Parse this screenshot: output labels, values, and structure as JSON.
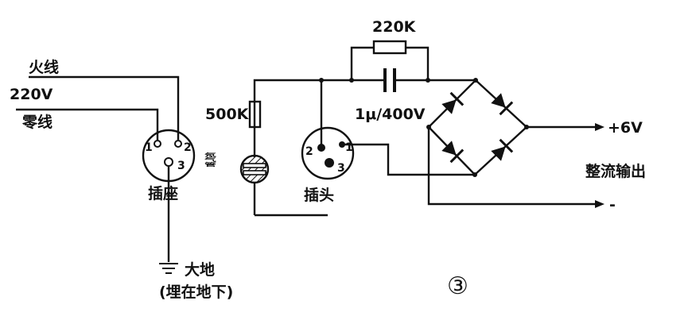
{
  "mains": {
    "live_label": "火线",
    "voltage_label": "220V",
    "neutral_label": "零线"
  },
  "socket": {
    "label": "插座",
    "pins": [
      "1",
      "2",
      "3"
    ]
  },
  "ground": {
    "label": "大地",
    "note": "(埋在地下)"
  },
  "resistor_500k": {
    "label": "500K"
  },
  "neon_tube": {
    "label": "氖气管"
  },
  "plug": {
    "label": "插头",
    "pins": [
      "2",
      "1",
      "3"
    ]
  },
  "resistor_220k": {
    "label": "220K"
  },
  "capacitor": {
    "label": "1μ/400V"
  },
  "bridge": {
    "output_pos": "+6V",
    "output_neg": "-",
    "output_label": "整流输出"
  },
  "figure_number": "③"
}
